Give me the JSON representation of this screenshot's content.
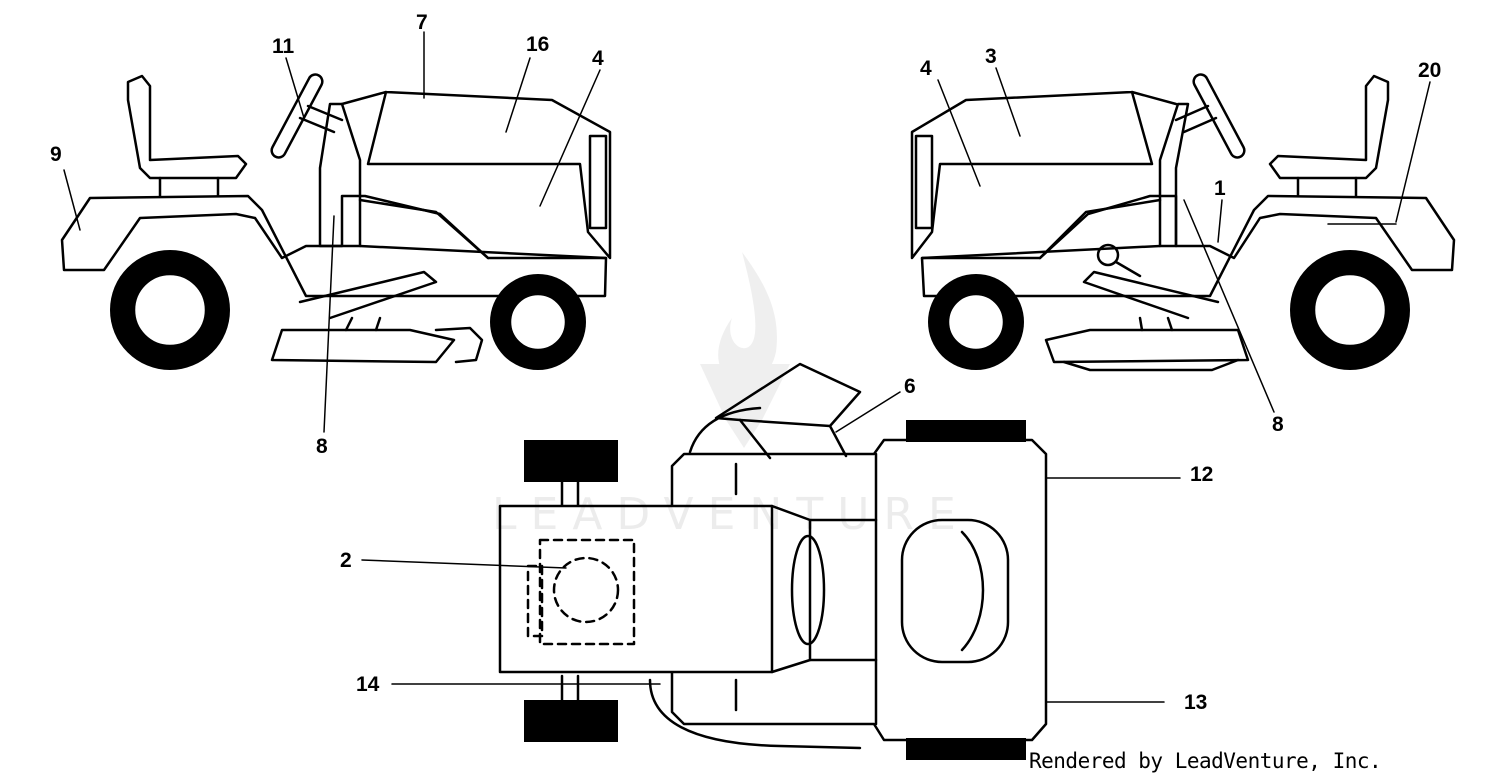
{
  "watermark": {
    "text": "LEADVENTURE",
    "icon": "flame-logo-icon"
  },
  "credit": "Rendered by LeadVenture, Inc.",
  "callouts": {
    "left_view": [
      "9",
      "11",
      "7",
      "16",
      "4",
      "8"
    ],
    "right_view": [
      "4",
      "3",
      "20",
      "1",
      "8"
    ],
    "top_view": [
      "6",
      "12",
      "2",
      "14",
      "13"
    ]
  },
  "colors": {
    "line": "#000000",
    "background": "#ffffff"
  }
}
